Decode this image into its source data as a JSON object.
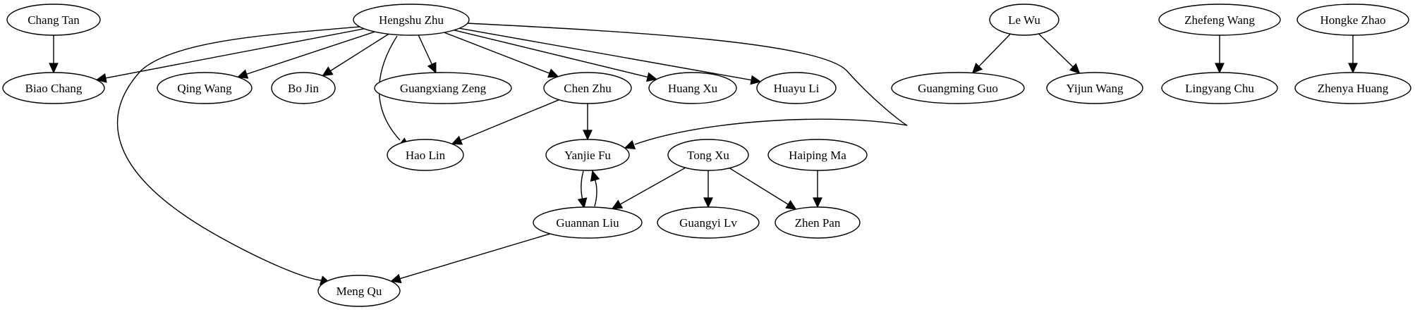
{
  "diagram": {
    "type": "directed-graph",
    "nodes": [
      {
        "id": "chang_tan",
        "label": "Chang Tan"
      },
      {
        "id": "hengshu_zhu",
        "label": "Hengshu Zhu"
      },
      {
        "id": "le_wu",
        "label": "Le Wu"
      },
      {
        "id": "zhefeng_wang",
        "label": "Zhefeng Wang"
      },
      {
        "id": "hongke_zhao",
        "label": "Hongke Zhao"
      },
      {
        "id": "biao_chang",
        "label": "Biao Chang"
      },
      {
        "id": "qing_wang",
        "label": "Qing Wang"
      },
      {
        "id": "bo_jin",
        "label": "Bo Jin"
      },
      {
        "id": "guangxiang_zeng",
        "label": "Guangxiang Zeng"
      },
      {
        "id": "chen_zhu",
        "label": "Chen Zhu"
      },
      {
        "id": "huang_xu",
        "label": "Huang Xu"
      },
      {
        "id": "huayu_li",
        "label": "Huayu Li"
      },
      {
        "id": "guangming_guo",
        "label": "Guangming Guo"
      },
      {
        "id": "yijun_wang",
        "label": "Yijun Wang"
      },
      {
        "id": "lingyang_chu",
        "label": "Lingyang Chu"
      },
      {
        "id": "zhenya_huang",
        "label": "Zhenya Huang"
      },
      {
        "id": "hao_lin",
        "label": "Hao Lin"
      },
      {
        "id": "yanjie_fu",
        "label": "Yanjie Fu"
      },
      {
        "id": "tong_xu",
        "label": "Tong Xu"
      },
      {
        "id": "haiping_ma",
        "label": "Haiping Ma"
      },
      {
        "id": "guannan_liu",
        "label": "Guannan Liu"
      },
      {
        "id": "guangyi_lv",
        "label": "Guangyi Lv"
      },
      {
        "id": "zhen_pan",
        "label": "Zhen Pan"
      },
      {
        "id": "meng_qu",
        "label": "Meng Qu"
      }
    ],
    "edges": [
      {
        "from": "chang_tan",
        "to": "biao_chang"
      },
      {
        "from": "hengshu_zhu",
        "to": "biao_chang"
      },
      {
        "from": "hengshu_zhu",
        "to": "qing_wang"
      },
      {
        "from": "hengshu_zhu",
        "to": "bo_jin"
      },
      {
        "from": "hengshu_zhu",
        "to": "guangxiang_zeng"
      },
      {
        "from": "hengshu_zhu",
        "to": "chen_zhu"
      },
      {
        "from": "hengshu_zhu",
        "to": "huang_xu"
      },
      {
        "from": "hengshu_zhu",
        "to": "huayu_li"
      },
      {
        "from": "hengshu_zhu",
        "to": "hao_lin"
      },
      {
        "from": "hengshu_zhu",
        "to": "meng_qu"
      },
      {
        "from": "hengshu_zhu",
        "to": "yanjie_fu"
      },
      {
        "from": "le_wu",
        "to": "guangming_guo"
      },
      {
        "from": "le_wu",
        "to": "yijun_wang"
      },
      {
        "from": "zhefeng_wang",
        "to": "lingyang_chu"
      },
      {
        "from": "hongke_zhao",
        "to": "zhenya_huang"
      },
      {
        "from": "chen_zhu",
        "to": "hao_lin"
      },
      {
        "from": "chen_zhu",
        "to": "yanjie_fu"
      },
      {
        "from": "yanjie_fu",
        "to": "guannan_liu"
      },
      {
        "from": "guannan_liu",
        "to": "yanjie_fu"
      },
      {
        "from": "tong_xu",
        "to": "guannan_liu"
      },
      {
        "from": "tong_xu",
        "to": "guangyi_lv"
      },
      {
        "from": "tong_xu",
        "to": "zhen_pan"
      },
      {
        "from": "haiping_ma",
        "to": "zhen_pan"
      },
      {
        "from": "guannan_liu",
        "to": "meng_qu"
      }
    ]
  }
}
